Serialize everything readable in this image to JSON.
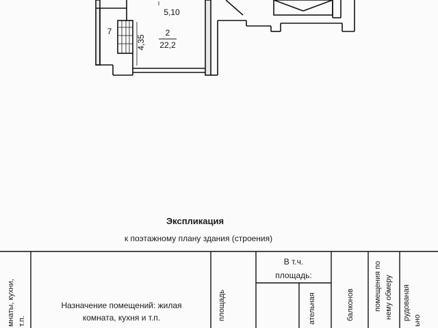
{
  "plan": {
    "rooms": [
      {
        "number": "7"
      },
      {
        "number": "2",
        "area": "22,2"
      }
    ],
    "dimensions": [
      "5,10",
      "4,35"
    ]
  },
  "explication": {
    "title": "Экспликация",
    "subtitle": "к поэтажному плану здания (строения)",
    "columns": {
      "col1_line1": "мнаты, кухни,",
      "col1_line2": "т.п.",
      "purpose_line1": "Назначение помещений: жилая",
      "purpose_line2": "комната, кухня и т.п.",
      "area": "площадь",
      "incl_line1": "В т.ч.",
      "incl_line2": "площадь:",
      "incl_sub": "ательная",
      "balconies": "балконов",
      "measure_line1": "помещения по",
      "measure_line2": "нему обмеру",
      "equip_line1": "рудованая",
      "equip_line2": "ьно"
    }
  }
}
